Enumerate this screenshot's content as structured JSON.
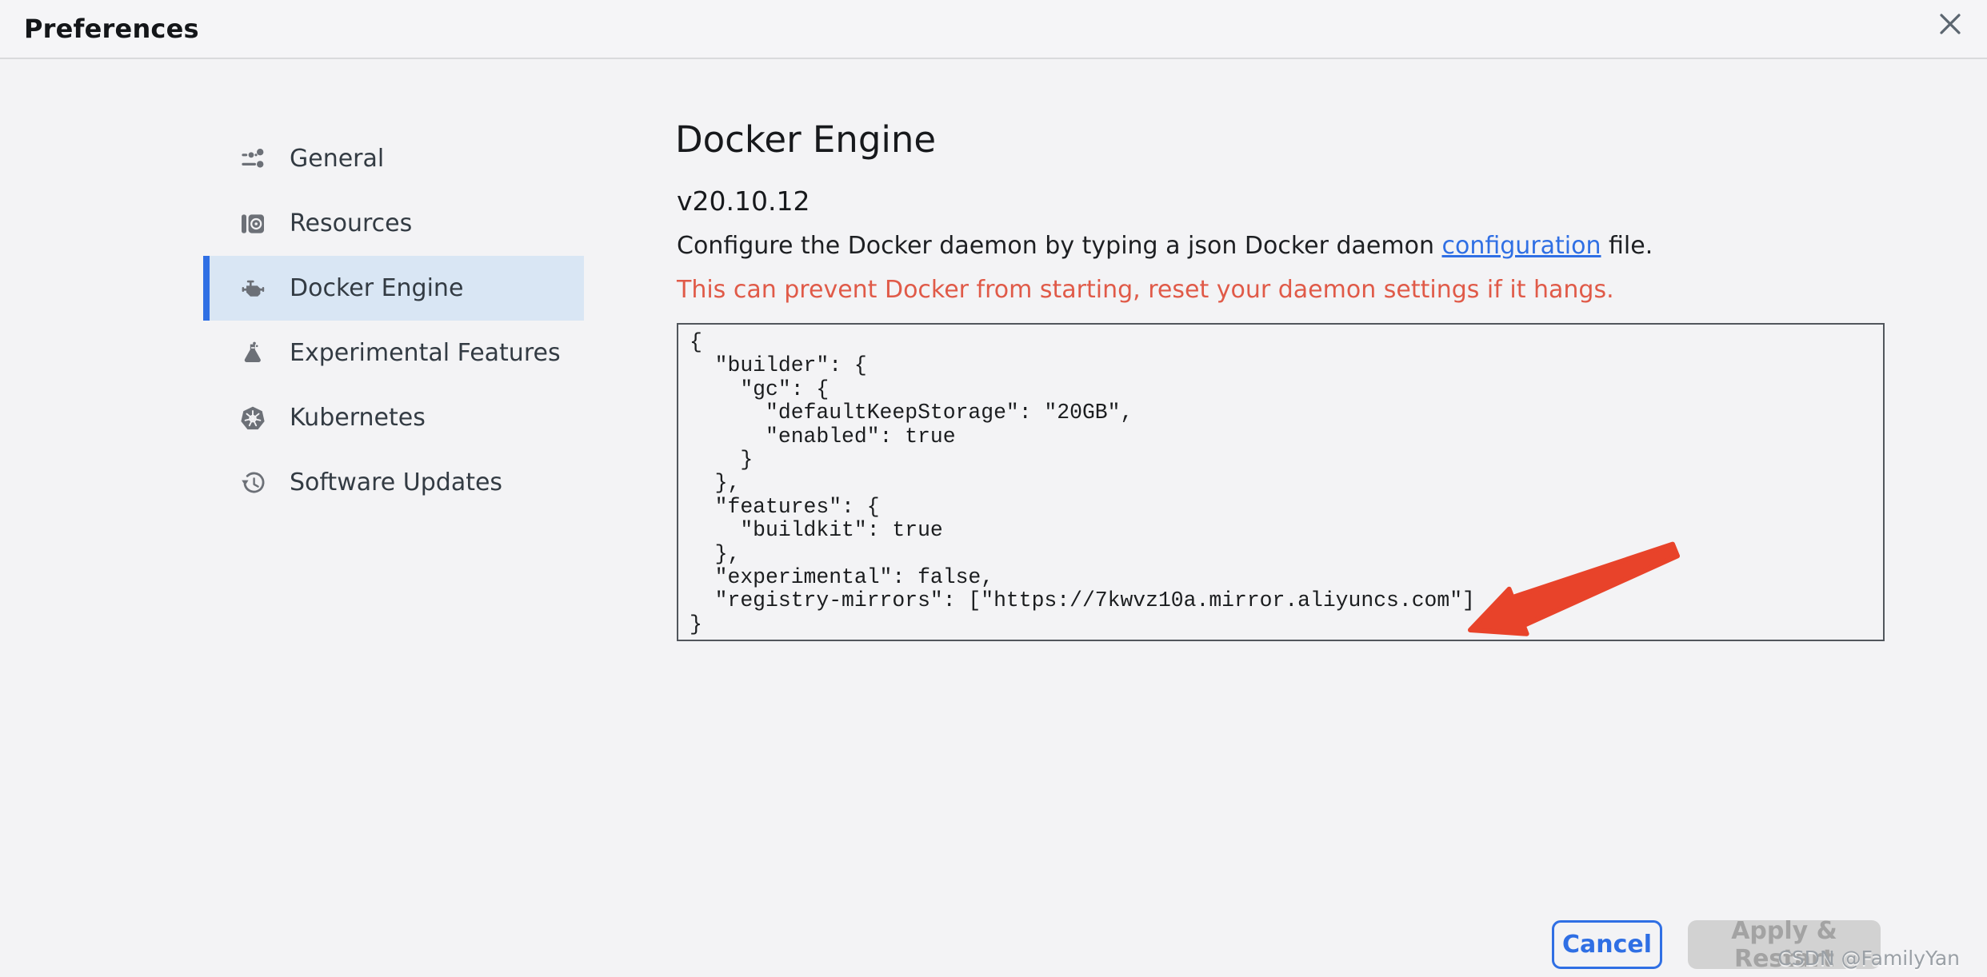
{
  "window": {
    "title": "Preferences",
    "close_icon": "close-x"
  },
  "sidebar": {
    "selected": "Docker Engine",
    "items": [
      {
        "label": "General",
        "icon": "sliders-icon"
      },
      {
        "label": "Resources",
        "icon": "resources-drive-icon"
      },
      {
        "label": "Docker Engine",
        "icon": "engine-icon"
      },
      {
        "label": "Experimental Features",
        "icon": "flask-icon"
      },
      {
        "label": "Kubernetes",
        "icon": "kubernetes-wheel-icon"
      },
      {
        "label": "Software Updates",
        "icon": "history-clock-icon"
      }
    ]
  },
  "main": {
    "title": "Docker Engine",
    "version": "v20.10.12",
    "description_prefix": "Configure the Docker daemon by typing a json Docker daemon ",
    "description_link": "configuration",
    "description_suffix": " file.",
    "warning": "This can prevent Docker from starting, reset your daemon settings if it hangs.",
    "editor_code": "{\n  \"builder\": {\n    \"gc\": {\n      \"defaultKeepStorage\": \"20GB\",\n      \"enabled\": true\n    }\n  },\n  \"features\": {\n    \"buildkit\": true\n  },\n  \"experimental\": false,\n  \"registry-mirrors\": [\"https://7kwvz10a.mirror.aliyuncs.com\"]\n}"
  },
  "footer": {
    "cancel_label": "Cancel",
    "apply_label": "Apply & Restart"
  },
  "watermark": "CSDN @FamilyYan",
  "colors": {
    "accent": "#2f6fe4",
    "selected-bg": "#d9e6f4",
    "icon-gray": "#6c7077",
    "warning": "#e05a48",
    "arrow-red": "#e8432a",
    "disabled-bg": "#d2d2d2",
    "disabled-text": "#a3a3a3"
  }
}
